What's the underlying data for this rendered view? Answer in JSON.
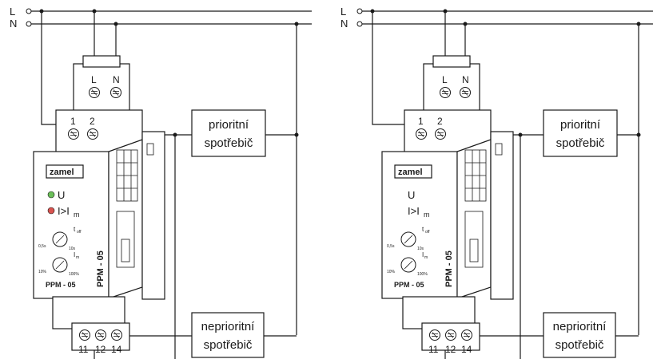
{
  "lines": {
    "live": "L",
    "neutral": "N"
  },
  "device": {
    "brand": "zamel",
    "model_front": "PPM - 05",
    "model_side": "PPM - 05",
    "top_terminals": [
      "L",
      "N"
    ],
    "input_terminals": [
      "1",
      "2"
    ],
    "output_terminals": [
      "11",
      "12",
      "14"
    ],
    "led_voltage_label": "U",
    "led_current_label": "I>I",
    "led_current_sub": "m",
    "knob_toff_label": "t",
    "knob_toff_sub": "off",
    "knob_toff_min": "0,5s",
    "knob_toff_max": "10s",
    "knob_im_label": "I",
    "knob_im_sub": "m",
    "knob_im_min": "10%",
    "knob_im_max": "100%",
    "led_colors": {
      "voltage": "#6bbf59",
      "current": "#d9534f"
    }
  },
  "loads": {
    "priority_line1": "prioritní",
    "priority_line2": "spotřebič",
    "nonpriority_line1": "neprioritní",
    "nonpriority_line2": "spotřebič"
  }
}
